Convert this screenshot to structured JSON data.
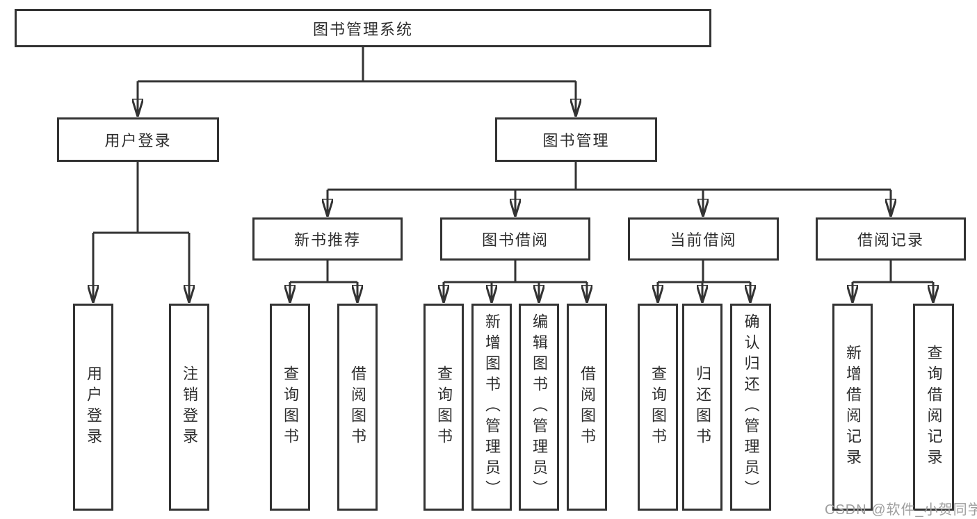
{
  "tree": {
    "label": "图书管理系统",
    "children": [
      {
        "label": "用户登录",
        "children": [
          {
            "label": "用户登录"
          },
          {
            "label": "注销登录"
          }
        ]
      },
      {
        "label": "图书管理",
        "children": [
          {
            "label": "新书推荐",
            "children": [
              {
                "label": "查询图书"
              },
              {
                "label": "借阅图书"
              }
            ]
          },
          {
            "label": "图书借阅",
            "children": [
              {
                "label": "查询图书"
              },
              {
                "label": "新增图书（管理员）"
              },
              {
                "label": "编辑图书（管理员）"
              },
              {
                "label": "借阅图书"
              }
            ]
          },
          {
            "label": "当前借阅",
            "children": [
              {
                "label": "查询图书"
              },
              {
                "label": "归还图书"
              },
              {
                "label": "确认归还（管理员）"
              }
            ]
          },
          {
            "label": "借阅记录",
            "children": [
              {
                "label": "新增借阅记录"
              },
              {
                "label": "查询借阅记录"
              }
            ]
          }
        ]
      }
    ]
  },
  "watermark": {
    "text": "CSDN @软件_小贺同学",
    "color": "#9e9e9e"
  },
  "colors": {
    "line": "#333333",
    "box_border": "#333333",
    "text": "#2d2d2d",
    "background": "#ffffff"
  }
}
